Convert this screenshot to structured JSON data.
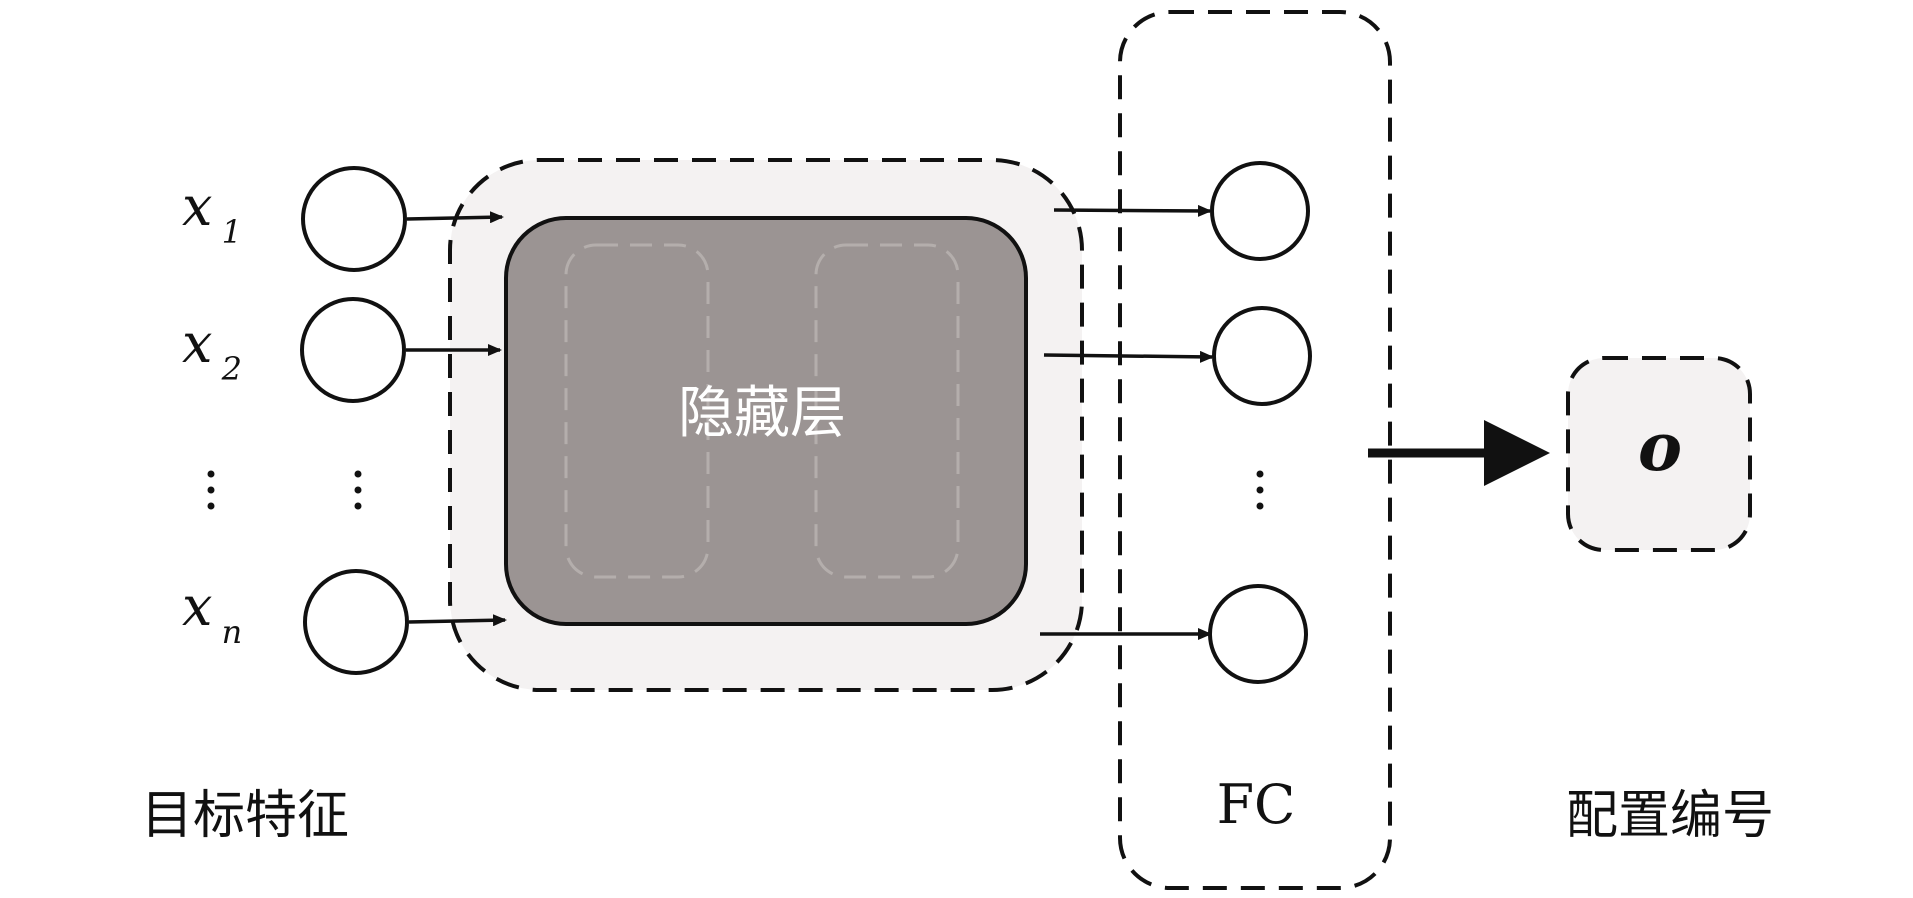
{
  "inputs": {
    "labels": [
      {
        "base": "x",
        "sub": "1"
      },
      {
        "base": "x",
        "sub": "2"
      },
      {
        "base": "x",
        "sub": "n"
      }
    ],
    "dots": "⋮"
  },
  "hidden_layer": {
    "label": "隐藏层",
    "fill_color": "#9b9493",
    "outer_fill_color": "#f4f2f2"
  },
  "fc_layer": {
    "label": "FC",
    "dots": "⋮"
  },
  "output": {
    "label": "o",
    "fill_color": "#f4f2f2"
  },
  "captions": {
    "input": "目标特征",
    "output": "配置编号"
  }
}
